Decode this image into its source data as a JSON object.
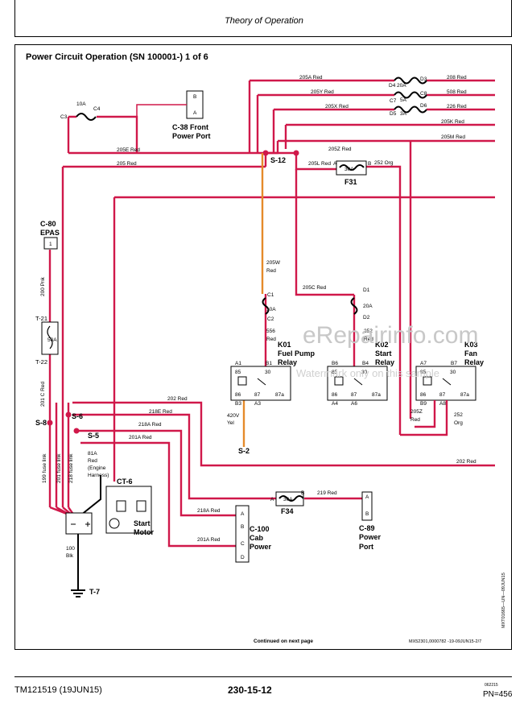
{
  "header": {
    "title": "Theory of Operation"
  },
  "diagram": {
    "title": "Power Circuit Operation (SN 100001-) 1 of 6",
    "continued": "Continued on next page",
    "ref_code": "MX52301,0000782 -19-09JUN15-2/7",
    "figure_code": "MXT01665—UN—09JUN15",
    "components": {
      "c38": {
        "name": "C-38 Front",
        "sub": "Power Port",
        "pin_b": "B",
        "pin_a": "A"
      },
      "s12": {
        "name": "S-12"
      },
      "f31": {
        "name": "F31",
        "rating": "30A",
        "pin_a": "A",
        "pin_b": "B"
      },
      "c80": {
        "name": "C-80",
        "sub": "EPAS",
        "pin": "1"
      },
      "t21": {
        "name": "T-21",
        "rating": "50A"
      },
      "t22": {
        "name": "T-22"
      },
      "k01": {
        "name": "K01",
        "l2": "Fuel Pump",
        "l3": "Relay"
      },
      "k02": {
        "name": "K02",
        "l2": "Start",
        "l3": "Relay"
      },
      "k03": {
        "name": "K03",
        "l2": "Fan",
        "l3": "Relay"
      },
      "s8": {
        "name": "S-8"
      },
      "s6": {
        "name": "S-6"
      },
      "s5": {
        "name": "S-5"
      },
      "s2": {
        "name": "S-2"
      },
      "ct6": {
        "name": "CT-6",
        "l2": "Start",
        "l3": "Motor"
      },
      "f34": {
        "name": "F34",
        "rating": "30A",
        "pin_a": "A",
        "pin_b": "B"
      },
      "c100": {
        "name": "C-100",
        "l2": "Cab",
        "l3": "Power",
        "pins": [
          "A",
          "B",
          "C",
          "D"
        ]
      },
      "c89": {
        "name": "C-89",
        "l2": "Power",
        "l3": "Port",
        "pins": [
          "A",
          "B"
        ]
      },
      "t7": {
        "name": "T-7"
      }
    },
    "fuses": {
      "c3": "C3",
      "c4": "C4",
      "f10a_top": "10A",
      "d4": "D4",
      "d3": "D3",
      "f20a": "20A",
      "c7": "C7",
      "c8": "C8",
      "f5a": "5A",
      "d5": "D5",
      "d6": "D6",
      "f3a": "3A",
      "c1": "C1",
      "c2": "C2",
      "f10a_k01": "10A",
      "d1": "D1",
      "d2": "D2",
      "f20a_k02": "20A"
    },
    "wires": {
      "w205a": "205A Red",
      "w208": "208 Red",
      "w205y": "205Y Red",
      "w508": "508 Red",
      "w205x": "205X Red",
      "w226": "226 Red",
      "w205k": "205K Red",
      "w205m": "205M Red",
      "w205e": "205E Red",
      "w205": "205 Red",
      "w205z": "205Z Red",
      "w205l": "205L Red",
      "w252org": "252 Org",
      "w205w_a": "205W",
      "w205w_b": "Red",
      "w205c": "205C Red",
      "w556_a": "556",
      "w556_b": "Red",
      "w252red_a": "252",
      "w252red_b": "Red",
      "w200pnk": "200 Pnk",
      "w201c": "201 C Red",
      "w202": "202 Red",
      "w218e": "218E Red",
      "w218a": "218A Red",
      "w201a": "201A Red",
      "w420v_a": "420V",
      "w420v_b": "Yel",
      "w205z2_a": "205Z",
      "w205z2_b": "Red",
      "w252org2_a": "252",
      "w252org2_b": "Org",
      "w202b": "202 Red",
      "w199": "199 fuse link",
      "w201fl": "201 fuse link",
      "w218fl": "218 fuse link",
      "w81a_1": "81A",
      "w81a_2": "Red",
      "w81a_3": "(Engine",
      "w81a_4": "Harness)",
      "w219": "219 Red",
      "w218a2": "218A Red",
      "w201a2": "201A Red",
      "w100blk_a": "100",
      "w100blk_b": "Blk"
    },
    "relay_pins": {
      "k01": {
        "a1": "A1",
        "b1": "B1",
        "b3": "B3",
        "a3": "A3"
      },
      "k02": {
        "b6": "B6",
        "b4": "B4",
        "a4": "A4",
        "a6": "A6"
      },
      "k03": {
        "a7": "A7",
        "b7": "B7",
        "b9": "B9",
        "a8": "A8"
      },
      "p85": "85",
      "p30": "30",
      "p86": "86",
      "p87": "87",
      "p87a": "87a"
    }
  },
  "watermark": {
    "main": "eRepairinfo.com",
    "sub": "Watermark only on this sample"
  },
  "footer": {
    "doc": "TM121519 (19JUN15)",
    "page": "230-15-12",
    "date_code": "062215",
    "pn": "PN=456"
  },
  "colors": {
    "wire_red": "#d0184a",
    "wire_orange": "#e58a2a"
  }
}
